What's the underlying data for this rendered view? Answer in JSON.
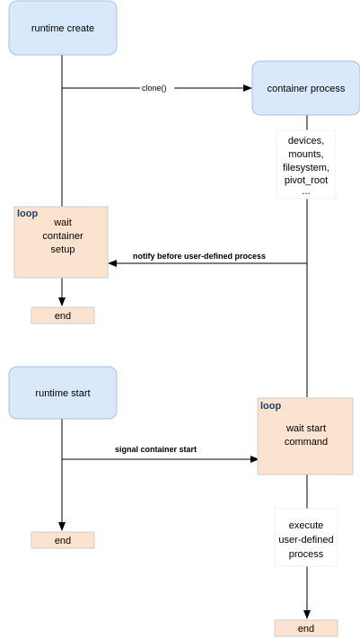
{
  "nodes": {
    "runtime_create": "runtime create",
    "container_process": "container process",
    "runtime_start": "runtime start",
    "end_1": "end",
    "end_2": "end",
    "end_3": "end"
  },
  "loops": {
    "loop_1": {
      "tag": "loop",
      "line1": "wait",
      "line2": "container",
      "line3": "setup"
    },
    "loop_2": {
      "tag": "loop",
      "line1": "wait start",
      "line2": "command"
    }
  },
  "notes": {
    "setup_steps": [
      "devices,",
      "mounts,",
      "filesystem,",
      "pivot_root",
      "..."
    ],
    "execute": [
      "execute",
      "user-defined",
      "process"
    ]
  },
  "edges": {
    "clone": "clone()",
    "notify": "notify before user-defined process",
    "signal": "signal container start"
  },
  "colors": {
    "node_fill": "#dae8fc",
    "node_stroke": "#a8c0e0",
    "loop_fill": "#fbe3cf",
    "loop_stroke": "#cccccc",
    "line": "#000000",
    "loop_label": "#1f3f66"
  }
}
